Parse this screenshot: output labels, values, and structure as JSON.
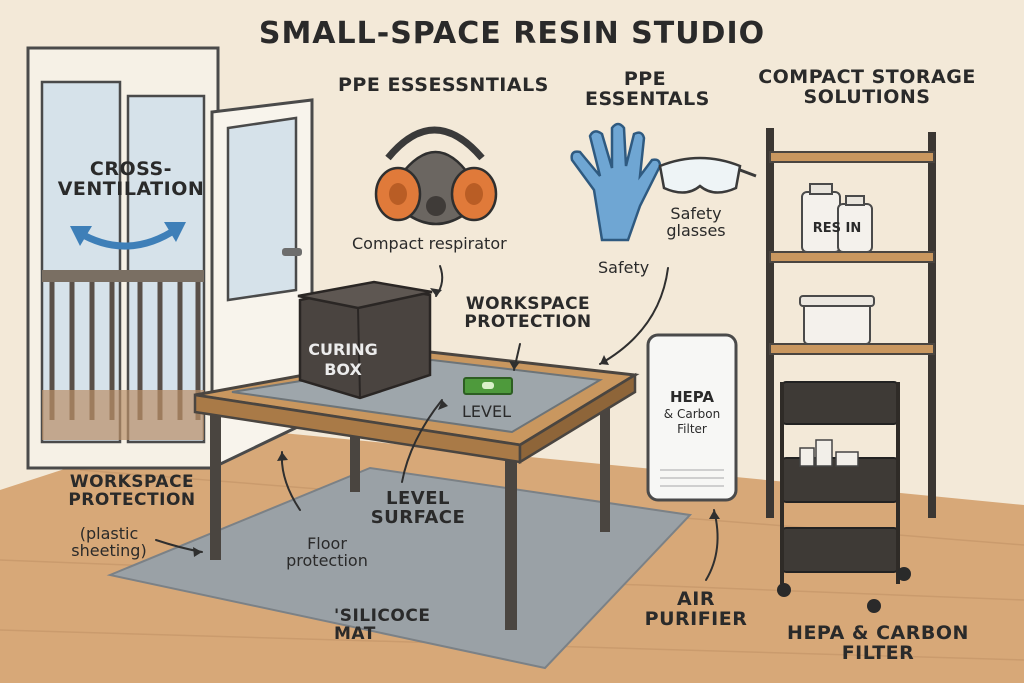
{
  "title": "SMALL-SPACE RESIN STUDIO",
  "labels": {
    "ppe_left": "PPE ESSESSNTIALS",
    "ppe_right_1": "PPE",
    "ppe_right_2": "ESSENTALS",
    "storage_1": "COMPACT STORAGE",
    "storage_2": "SOLUTIONS",
    "ventilation_1": "CROSS-",
    "ventilation_2": "VENTILATION",
    "respirator": "Compact respirator",
    "glasses_1": "Safety",
    "glasses_2": "glasses",
    "safety": "Safety",
    "curing_1": "CURING",
    "curing_2": "BOX",
    "workspace_top_1": "WORKSPACE",
    "workspace_top_2": "PROTECTION",
    "level": "LEVEL",
    "hepa_1": "HEPA",
    "hepa_2": "& Carbon",
    "hepa_3": "Filter",
    "resin_1": "RES",
    "resin_2": "IN",
    "workspace_left_1": "WORKSPACE",
    "workspace_left_2": "PROTECTION",
    "plastic_1": "(plastic",
    "plastic_2": "sheeting)",
    "level_surface_1": "LEVEL",
    "level_surface_2": "SURFACE",
    "floor_1": "Floor",
    "floor_2": "protection",
    "mat_1": "'SILICOCE",
    "mat_2": "MAT",
    "air_1": "AIR",
    "air_2": "PURIFIER",
    "filter_1": "HEPA & CARBON",
    "filter_2": "FILTER"
  },
  "colors": {
    "wall": "#f3e9d8",
    "floor": "#d7a878",
    "mat": "#9aa1a6",
    "table_top": "#c9975f",
    "glove": "#6fa6d3",
    "respirator_cartridge": "#e07a3a",
    "curing_box": "#4a4440",
    "level_tool": "#4e9a3c",
    "arrow_blue": "#3e7fb8"
  }
}
